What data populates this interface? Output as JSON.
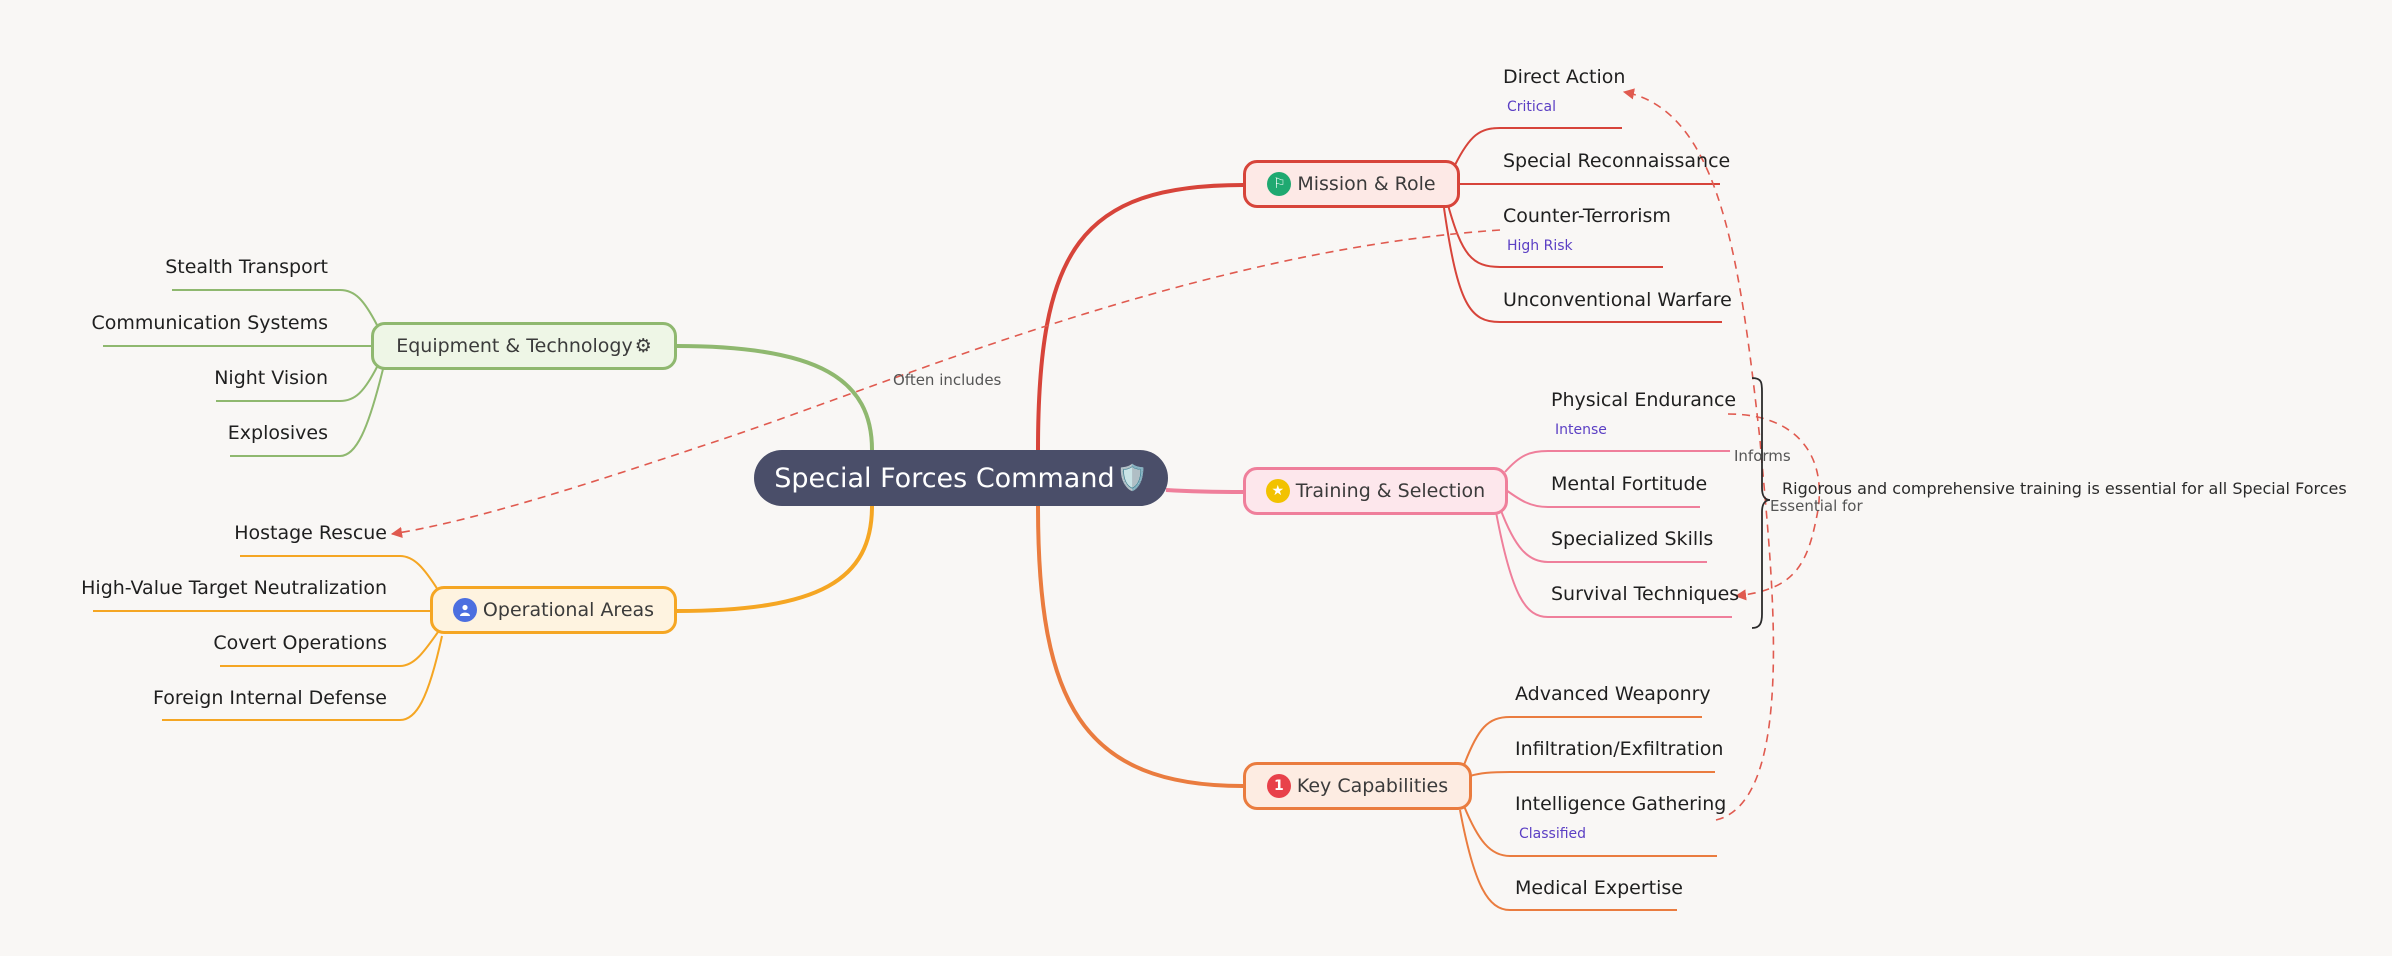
{
  "root": {
    "label": "Special Forces Command",
    "icon": "shield-icon",
    "icon_glyph": "🛡️"
  },
  "branches": {
    "mission": {
      "label": "Mission & Role",
      "icon": "flag-icon",
      "icon_glyph": "⚐",
      "color": "#d7443a",
      "children": [
        {
          "label": "Direct Action",
          "tag": "Critical"
        },
        {
          "label": "Special Reconnaissance"
        },
        {
          "label": "Counter-Terrorism",
          "tag": "High Risk"
        },
        {
          "label": "Unconventional Warfare"
        }
      ]
    },
    "training": {
      "label": "Training & Selection",
      "icon": "star-icon",
      "icon_glyph": "★",
      "color": "#ef7f9b",
      "children": [
        {
          "label": "Physical Endurance",
          "tag": "Intense"
        },
        {
          "label": "Mental Fortitude"
        },
        {
          "label": "Specialized Skills"
        },
        {
          "label": "Survival Techniques"
        }
      ]
    },
    "capabilities": {
      "label": "Key Capabilities",
      "icon": "priority-1-icon",
      "icon_glyph": "1",
      "color": "#ea7c3f",
      "children": [
        {
          "label": "Advanced Weaponry"
        },
        {
          "label": "Infiltration/Exfiltration"
        },
        {
          "label": "Intelligence Gathering",
          "tag": "Classified"
        },
        {
          "label": "Medical Expertise"
        }
      ]
    },
    "equipment": {
      "label": "Equipment & Technology",
      "icon": "gear-icon",
      "icon_glyph": "⚙",
      "color": "#8fb86f",
      "children": [
        {
          "label": "Stealth Transport"
        },
        {
          "label": "Communication Systems"
        },
        {
          "label": "Night Vision"
        },
        {
          "label": "Explosives"
        }
      ]
    },
    "operations": {
      "label": "Operational Areas",
      "icon": "person-icon",
      "icon_glyph": "●",
      "color": "#f5a623",
      "children": [
        {
          "label": "Hostage Rescue"
        },
        {
          "label": "High-Value Target Neutralization"
        },
        {
          "label": "Covert Operations"
        },
        {
          "label": "Foreign Internal Defense"
        }
      ]
    }
  },
  "relationships": [
    {
      "label": "Often includes"
    },
    {
      "label": "Informs"
    },
    {
      "label": "Essential for"
    }
  ],
  "summary": {
    "label": "Rigorous and comprehensive training is essential for all Special Forces"
  },
  "colors": {
    "background": "#f9f7f5",
    "root": "#4a4e69",
    "relationship": "#e05a4f",
    "tag": "#5b3fc4",
    "mission_icon": "#1fa971",
    "training_icon": "#f2c200",
    "capabilities_icon": "#e8414a",
    "operations_icon": "#4c6fe0"
  }
}
